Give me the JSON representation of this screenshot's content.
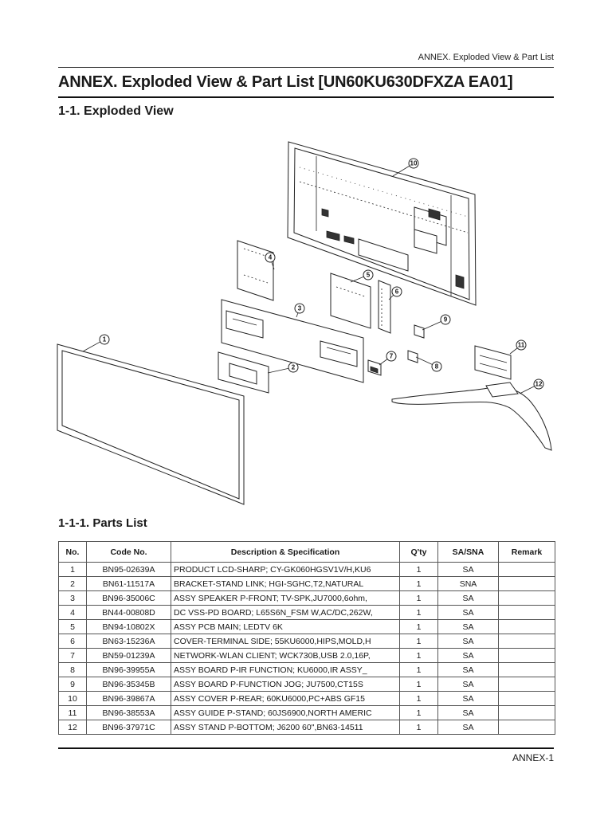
{
  "running_header": "ANNEX. Exploded View & Part List",
  "title": "ANNEX. Exploded View & Part List [UN60KU630DFXZA EA01]",
  "section_title": "1-1. Exploded View",
  "subsection_title": "1-1-1. Parts List",
  "diagram": {
    "callouts": [
      "1",
      "2",
      "3",
      "4",
      "5",
      "6",
      "7",
      "8",
      "9",
      "10",
      "11",
      "12"
    ]
  },
  "table": {
    "headers": {
      "no": "No.",
      "code": "Code No.",
      "desc": "Description & Specification",
      "qty": "Q'ty",
      "sa": "SA/SNA",
      "remark": "Remark"
    },
    "rows": [
      {
        "no": "1",
        "code": "BN95-02639A",
        "desc": "PRODUCT LCD-SHARP; CY-GK060HGSV1V/H,KU6",
        "qty": "1",
        "sa": "SA",
        "remark": ""
      },
      {
        "no": "2",
        "code": "BN61-11517A",
        "desc": "BRACKET-STAND LINK; HGI-SGHC,T2,NATURAL",
        "qty": "1",
        "sa": "SNA",
        "remark": ""
      },
      {
        "no": "3",
        "code": "BN96-35006C",
        "desc": "ASSY SPEAKER P-FRONT; TV-SPK,JU7000,6ohm,",
        "qty": "1",
        "sa": "SA",
        "remark": ""
      },
      {
        "no": "4",
        "code": "BN44-00808D",
        "desc": "DC VSS-PD BOARD; L65S6N_FSM W,AC/DC,262W,",
        "qty": "1",
        "sa": "SA",
        "remark": ""
      },
      {
        "no": "5",
        "code": "BN94-10802X",
        "desc": "ASSY PCB MAIN; LEDTV 6K",
        "qty": "1",
        "sa": "SA",
        "remark": ""
      },
      {
        "no": "6",
        "code": "BN63-15236A",
        "desc": "COVER-TERMINAL SIDE; 55KU6000,HIPS,MOLD,H",
        "qty": "1",
        "sa": "SA",
        "remark": ""
      },
      {
        "no": "7",
        "code": "BN59-01239A",
        "desc": "NETWORK-WLAN CLIENT; WCK730B,USB 2.0,16P,",
        "qty": "1",
        "sa": "SA",
        "remark": ""
      },
      {
        "no": "8",
        "code": "BN96-39955A",
        "desc": "ASSY BOARD P-IR FUNCTION; KU6000,IR ASSY_",
        "qty": "1",
        "sa": "SA",
        "remark": ""
      },
      {
        "no": "9",
        "code": "BN96-35345B",
        "desc": "ASSY BOARD P-FUNCTION JOG; JU7500,CT15S",
        "qty": "1",
        "sa": "SA",
        "remark": ""
      },
      {
        "no": "10",
        "code": "BN96-39867A",
        "desc": "ASSY COVER P-REAR; 60KU6000,PC+ABS GF15",
        "qty": "1",
        "sa": "SA",
        "remark": ""
      },
      {
        "no": "11",
        "code": "BN96-38553A",
        "desc": "ASSY GUIDE P-STAND; 60JS6900,NORTH AMERIC",
        "qty": "1",
        "sa": "SA",
        "remark": ""
      },
      {
        "no": "12",
        "code": "BN96-37971C",
        "desc": "ASSY STAND P-BOTTOM; J6200 60\",BN63-14511",
        "qty": "1",
        "sa": "SA",
        "remark": ""
      }
    ]
  },
  "footer": "ANNEX-1"
}
